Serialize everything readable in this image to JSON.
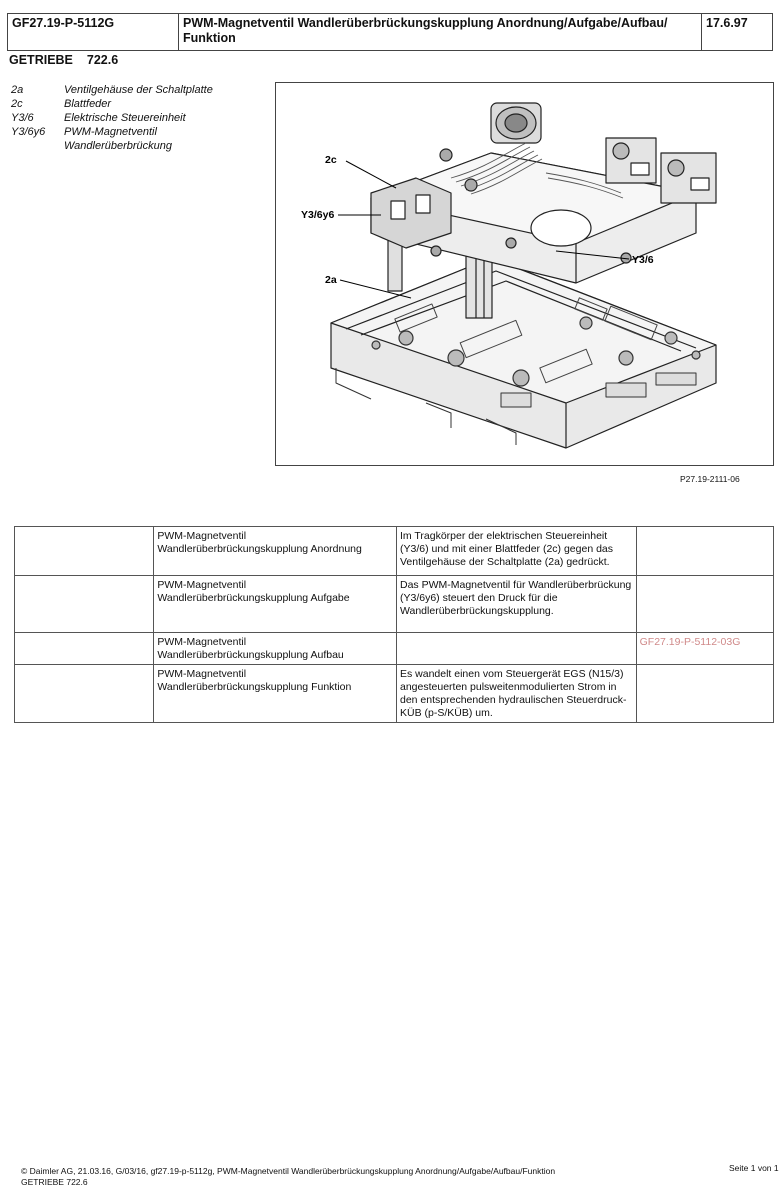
{
  "header": {
    "doc_id": "GF27.19-P-5112G",
    "title": "PWM-Magnetventil Wandlerüberbrückungskupplung Anordnung/Aufgabe/Aufbau/ Funktion",
    "date": "17.6.97"
  },
  "subheader": {
    "label": "GETRIEBE",
    "value": "722.6"
  },
  "legend": [
    {
      "code": "2a",
      "text": "Ventilgehäuse der Schaltplatte"
    },
    {
      "code": "2c",
      "text": "Blattfeder"
    },
    {
      "code": "Y3/6",
      "text": "Elektrische Steuereinheit"
    },
    {
      "code": "Y3/6y6",
      "text": "PWM-Magnetventil Wandlerüberbrückung"
    }
  ],
  "figure": {
    "callouts": {
      "c2c": "2c",
      "y36y6": "Y3/6y6",
      "y36": "Y3/6",
      "c2a": "2a"
    },
    "ref": "P27.19-2111-06"
  },
  "table": {
    "rows": [
      {
        "col1": "",
        "col2": "PWM-Magnetventil Wandlerüberbrückungskupplung Anordnung",
        "col3": "Im Tragkörper der elektrischen Steuereinheit (Y3/6) und mit einer Blattfeder (2c) gegen das Ventilgehäuse der Schaltplatte (2a) gedrückt.",
        "col4": ""
      },
      {
        "col1": "",
        "col2": "PWM-Magnetventil Wandlerüberbrückungskupplung Aufgabe",
        "col3": "Das PWM-Magnetventil für Wandlerüberbrückung (Y3/6y6) steuert den Druck für die Wandlerüberbrückungskupplung.",
        "col4": ""
      },
      {
        "col1": "",
        "col2": "PWM-Magnetventil Wandlerüberbrückungskupplung Aufbau",
        "col3": "",
        "col4": "GF27.19-P-5112-03G"
      },
      {
        "col1": "",
        "col2": "PWM-Magnetventil Wandlerüberbrückungskupplung Funktion",
        "col3": "Es wandelt einen vom Steuergerät EGS (N15/3) angesteuerten pulsweitenmodulierten Strom in den entsprechenden hydraulischen Steuerdruck-KÜB (p-S/KÜB) um.",
        "col4": ""
      }
    ]
  },
  "footer": {
    "line1": "© Daimler AG, 21.03.16, G/03/16, gf27.19-p-5112g, PWM-Magnetventil Wandlerüberbrückungskupplung Anordnung/Aufgabe/Aufbau/Funktion",
    "line2": "GETRIEBE 722.6",
    "page": "Seite 1 von 1"
  }
}
